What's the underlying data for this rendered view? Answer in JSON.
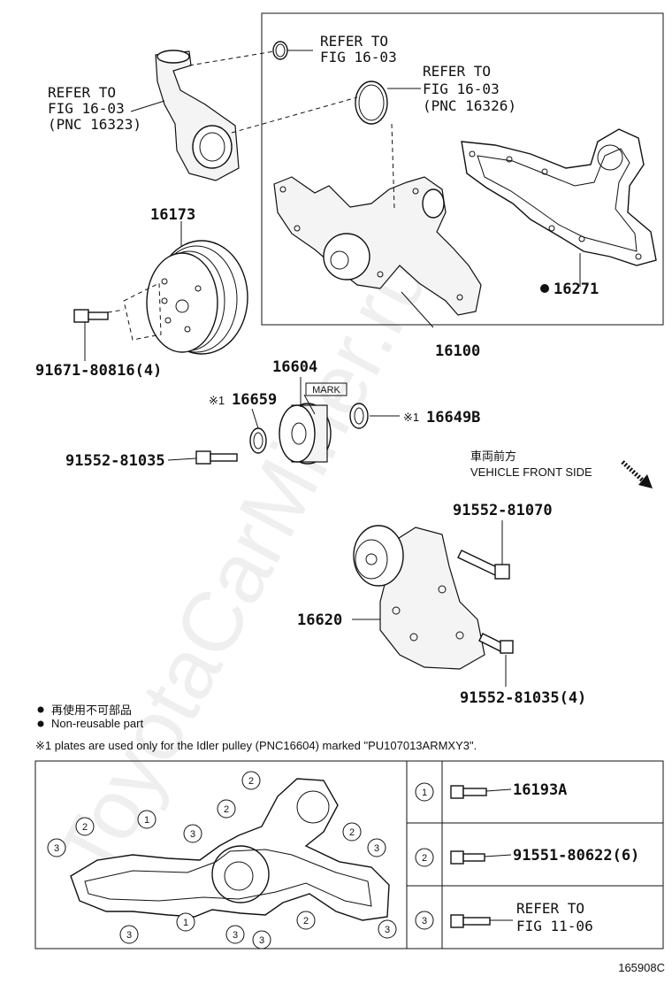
{
  "watermark": "ToyotaCarMiner.ru",
  "refs": {
    "ref_16_03_a": [
      "REFER TO",
      "FIG 16-03"
    ],
    "ref_16_03_b": [
      "REFER TO",
      "FIG 16-03",
      "(PNC 16326)"
    ],
    "ref_16_03_c": [
      "REFER TO",
      "FIG 16-03",
      "(PNC 16323)"
    ]
  },
  "parts": {
    "p16173": "16173",
    "p16271": "16271",
    "p16100": "16100",
    "p91671": "91671-80816(4)",
    "p16604": "16604",
    "p16659": "16659",
    "p16649b": "16649B",
    "p91552_a": "91552-81035",
    "p91552_b": "91552-81070",
    "p16620": "16620",
    "p91552_c": "91552-81035(4)"
  },
  "mark_label": "MARK",
  "note_mark": "※1",
  "vehicle_front": {
    "jp": "車両前方",
    "en": "VEHICLE FRONT SIDE"
  },
  "legend": {
    "jp": "再使用不可部品",
    "en": "Non-reusable part",
    "note": "※1 plates are used only for the Idler pulley (PNC16604) marked \"PU107013ARMXY3\"."
  },
  "bolt_table": [
    {
      "num": "1",
      "part": "16193A"
    },
    {
      "num": "2",
      "part": "91551-80622(6)"
    },
    {
      "num": "3",
      "part": "REFER TO",
      "part2": "FIG 11-06"
    }
  ],
  "footer_code": "165908C",
  "icons": {
    "bullet": "black-dot-icon",
    "front_arrow": "diagonal-arrow-icon"
  }
}
